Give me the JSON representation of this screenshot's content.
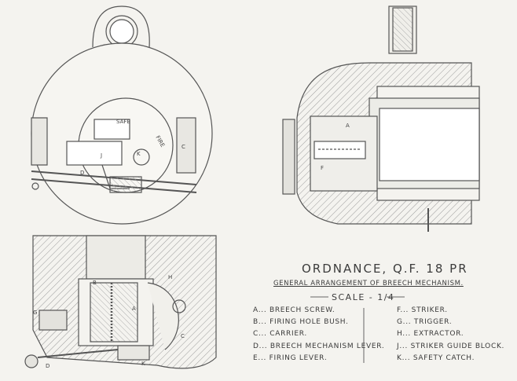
{
  "plate": {
    "title": "ORDNANCE, Q.F. 18 PR",
    "subtitle": "GENERAL ARRANGEMENT OF BREECH MECHANISM.",
    "scale": "SCALE - 1/4"
  },
  "legend": {
    "left": [
      "A... BREECH SCREW.",
      "B... FIRING HOLE BUSH.",
      "C... CARRIER.",
      "D... BREECH MECHANISM LEVER.",
      "E... FIRING LEVER."
    ],
    "right": [
      "F... STRIKER.",
      "G... TRIGGER.",
      "H... EXTRACTOR.",
      "J... STRIKER GUIDE BLOCK.",
      "K... SAFETY CATCH."
    ]
  },
  "drawing_labels": {
    "safe": "SAFE",
    "fire": "FIRE",
    "c_top": "C",
    "j_top": "J",
    "k_top": "K",
    "d_top": "D",
    "a_right": "A",
    "f_right": "F",
    "h_bottom": "H",
    "a_bottom": "A",
    "b_bottom": "B",
    "c_bottom": "C",
    "g_bottom": "G",
    "d_bottom": "D",
    "k_bottom": "K"
  }
}
